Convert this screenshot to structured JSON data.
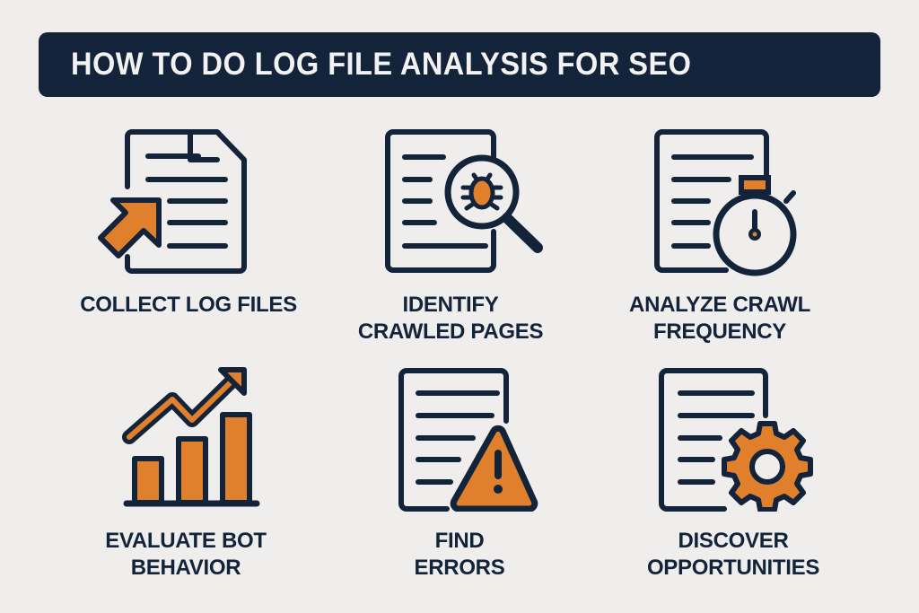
{
  "title": "HOW TO DO LOG FILE ANALYSIS FOR SEO",
  "colors": {
    "navy": "#13233a",
    "orange": "#e07f2c",
    "background": "#efeeec",
    "title_text": "#f2f2f2"
  },
  "steps": [
    {
      "icon": "document-import-arrow-icon",
      "line1": "COLLECT LOG FILES",
      "line2": ""
    },
    {
      "icon": "document-bug-magnifier-icon",
      "line1": "IDENTIFY",
      "line2": "CRAWLED PAGES"
    },
    {
      "icon": "document-stopwatch-icon",
      "line1": "ANALYZE CRAWL",
      "line2": "FREQUENCY"
    },
    {
      "icon": "bar-chart-trend-up-icon",
      "line1": "EVALUATE BOT",
      "line2": "BEHAVIOR"
    },
    {
      "icon": "document-warning-icon",
      "line1": "FIND",
      "line2": "ERRORS"
    },
    {
      "icon": "document-gear-icon",
      "line1": "DISCOVER",
      "line2": "OPPORTUNITIES"
    }
  ]
}
